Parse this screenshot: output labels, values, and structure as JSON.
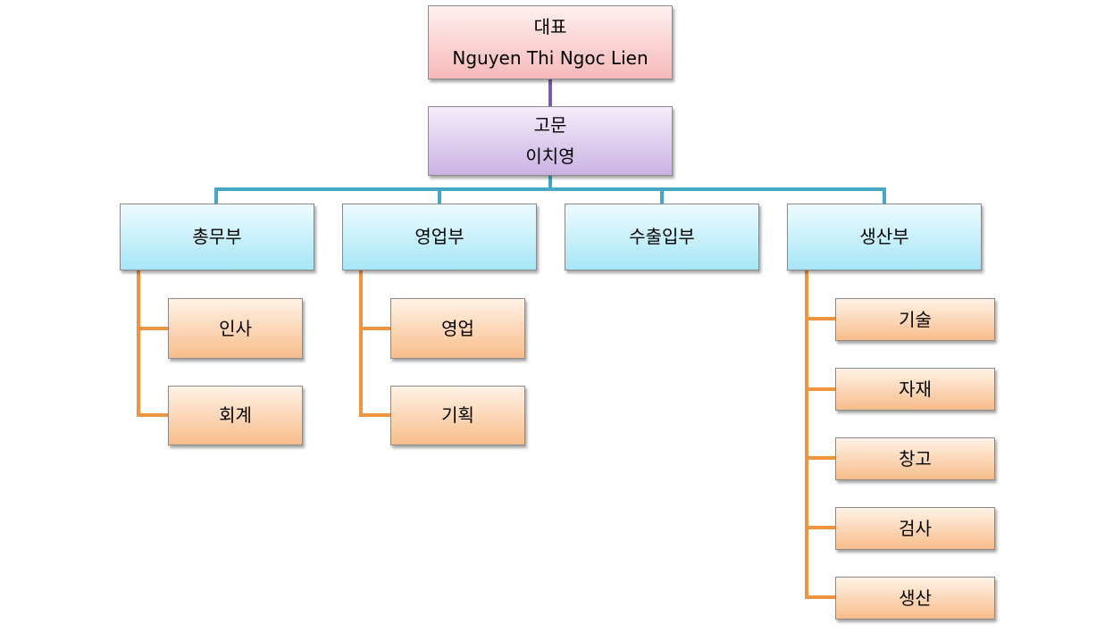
{
  "ceo": {
    "title": "대표",
    "name": "Nguyen Thi Ngoc Lien"
  },
  "advisor": {
    "title": "고문",
    "name": "이치영"
  },
  "departments": [
    {
      "label": "총무부",
      "teams": [
        "인사",
        "회계"
      ]
    },
    {
      "label": "영업부",
      "teams": [
        "영업",
        "기획"
      ]
    },
    {
      "label": "수출입부",
      "teams": []
    },
    {
      "label": "생산부",
      "teams": [
        "기술",
        "자재",
        "창고",
        "검사",
        "생산"
      ]
    }
  ],
  "colors": {
    "ceo_fill": "#f6b9b9",
    "advisor_fill": "#c9b2e2",
    "department_fill": "#a6e6f7",
    "team_fill": "#f8bd8b",
    "line_purple": "#7d5ba5",
    "line_blue": "#45a7c4",
    "line_orange": "#f0943f"
  }
}
